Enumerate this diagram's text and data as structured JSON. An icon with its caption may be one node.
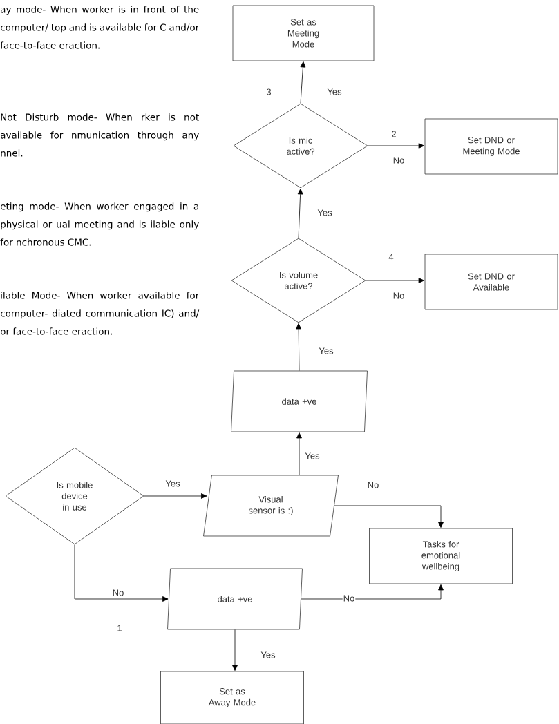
{
  "diagram": {
    "nodes": [
      {
        "text": [
          "Set as Meeting Mode"
        ]
      },
      {
        "text": [
          "Is mic active?"
        ]
      },
      {
        "text": [
          "Set DND or Meeting Mode"
        ]
      },
      {
        "text": [
          "Is volume active?"
        ]
      },
      {
        "text": [
          "Set DND or Available"
        ]
      },
      {
        "text": [
          "data +ve"
        ]
      },
      {
        "text": [
          "Is mobile device in use"
        ]
      },
      {
        "text": [
          "Visual sensor is :)"
        ]
      },
      {
        "text": [
          "Tasks for emotional wellbeing"
        ]
      },
      {
        "text": [
          "data +ve"
        ]
      },
      {
        "text": [
          "Set as Away Mode"
        ]
      }
    ],
    "edges": [
      {
        "from": 6,
        "to": 7,
        "arrow": "to",
        "label": "Yes"
      },
      {
        "from": 7,
        "to": 5,
        "arrow": "to",
        "label": "Yes"
      },
      {
        "from": 5,
        "to": 3,
        "arrow": "to",
        "label": "Yes"
      },
      {
        "from": 3,
        "to": 1,
        "arrow": "to",
        "label": "Yes"
      },
      {
        "from": 1,
        "to": 0,
        "arrow": "to",
        "label": "Yes"
      },
      {
        "from": 1,
        "to": 2,
        "arrow": "to",
        "label": "No"
      },
      {
        "from": 3,
        "to": 4,
        "arrow": "to",
        "label": "No"
      },
      {
        "from": 7,
        "to": 8,
        "arrow": "to",
        "label": "No"
      },
      {
        "from": 6,
        "to": 9,
        "arrow": "to",
        "label": "No"
      },
      {
        "from": 9,
        "to": 8,
        "arrow": "to",
        "label": "No"
      },
      {
        "from": 9,
        "to": 10,
        "arrow": "to",
        "label": "Yes"
      }
    ],
    "labels": [
      "ay mode- When worker is in front of the computer/ top and is available for C and/or face-to-face eraction.",
      "Not Disturb mode- When rker is not available for nmunication through any nnel.",
      "eting mode- When worker engaged in a physical or ual meeting and is ilable only for nchronous CMC.",
      "ilable Mode- When worker available for computer- diated communication IC) and/ or face-to-face eraction.",
      "3",
      "2",
      "4",
      "1"
    ]
  }
}
